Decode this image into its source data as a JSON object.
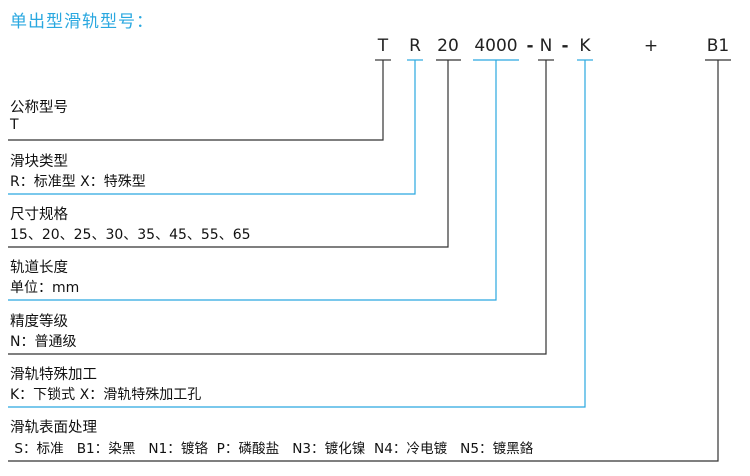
{
  "title": "单出型滑轨型号：",
  "code": [
    {
      "id": "T",
      "text": "T",
      "color": "#222222"
    },
    {
      "id": "R",
      "text": "R",
      "color": "#222222"
    },
    {
      "id": "20",
      "text": "20",
      "color": "#222222"
    },
    {
      "id": "4000",
      "text": "4000",
      "color": "#222222"
    },
    {
      "id": "dash1",
      "text": "-",
      "color": "#222222"
    },
    {
      "id": "N",
      "text": "N",
      "color": "#222222"
    },
    {
      "id": "dash2",
      "text": "-",
      "color": "#222222"
    },
    {
      "id": "K",
      "text": "K",
      "color": "#222222"
    },
    {
      "id": "plus",
      "text": "+",
      "color": "#222222"
    },
    {
      "id": "B1",
      "text": "B1",
      "color": "#222222"
    }
  ],
  "items": [
    {
      "label": "公称型号",
      "value": "T",
      "line_color": "#333333"
    },
    {
      "label": "滑块类型",
      "value": "R：标准型  X：特殊型",
      "line_color": "#2aa8e0"
    },
    {
      "label": "尺寸规格",
      "value": "15、20、25、30、35、45、55、65",
      "line_color": "#333333"
    },
    {
      "label": "轨道长度",
      "value": "单位：mm",
      "line_color": "#2aa8e0"
    },
    {
      "label": "精度等级",
      "value": "N：普通级",
      "line_color": "#333333"
    },
    {
      "label": "滑轨特殊加工",
      "value": "K：下锁式  X：滑轨特殊加工孔",
      "line_color": "#2aa8e0"
    },
    {
      "label": "滑轨表面处理",
      "value": " S：标准   B1：染黑   N1：镀铬  P：磷酸盐   N3：镀化镍  N4：冷电镀   N5：镀黑鉻",
      "line_color": "#333333"
    }
  ]
}
